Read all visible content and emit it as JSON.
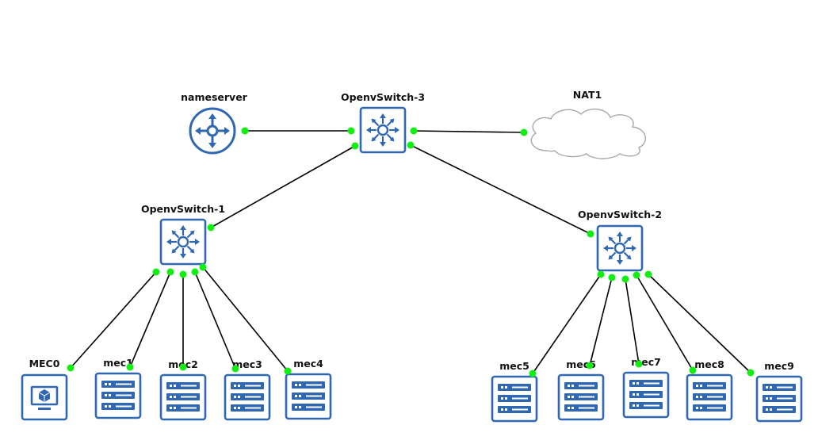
{
  "nodes": {
    "nameserver": {
      "label": "nameserver",
      "type": "router"
    },
    "ovs3": {
      "label": "OpenvSwitch-3",
      "type": "switch"
    },
    "nat1": {
      "label": "NAT1",
      "type": "cloud"
    },
    "ovs1": {
      "label": "OpenvSwitch-1",
      "type": "switch"
    },
    "ovs2": {
      "label": "OpenvSwitch-2",
      "type": "switch"
    },
    "mec0": {
      "label": "MEC0",
      "type": "vm"
    },
    "mec1": {
      "label": "mec1",
      "type": "server"
    },
    "mec2": {
      "label": "mec2",
      "type": "server"
    },
    "mec3": {
      "label": "mec3",
      "type": "server"
    },
    "mec4": {
      "label": "mec4",
      "type": "server"
    },
    "mec5": {
      "label": "mec5",
      "type": "server"
    },
    "mec6": {
      "label": "mec6",
      "type": "server"
    },
    "mec7": {
      "label": "mec7",
      "type": "server"
    },
    "mec8": {
      "label": "mec8",
      "type": "server"
    },
    "mec9": {
      "label": "mec9",
      "type": "server"
    }
  },
  "links": [
    {
      "from": "nameserver",
      "to": "ovs3"
    },
    {
      "from": "ovs3",
      "to": "nat1"
    },
    {
      "from": "ovs3",
      "to": "ovs1"
    },
    {
      "from": "ovs3",
      "to": "ovs2"
    },
    {
      "from": "ovs1",
      "to": "mec0"
    },
    {
      "from": "ovs1",
      "to": "mec1"
    },
    {
      "from": "ovs1",
      "to": "mec2"
    },
    {
      "from": "ovs1",
      "to": "mec3"
    },
    {
      "from": "ovs1",
      "to": "mec4"
    },
    {
      "from": "ovs2",
      "to": "mec5"
    },
    {
      "from": "ovs2",
      "to": "mec6"
    },
    {
      "from": "ovs2",
      "to": "mec7"
    },
    {
      "from": "ovs2",
      "to": "mec8"
    },
    {
      "from": "ovs2",
      "to": "mec9"
    }
  ],
  "colors": {
    "icon": "#2f68b0",
    "port": "#11ee11",
    "link": "#000000"
  }
}
